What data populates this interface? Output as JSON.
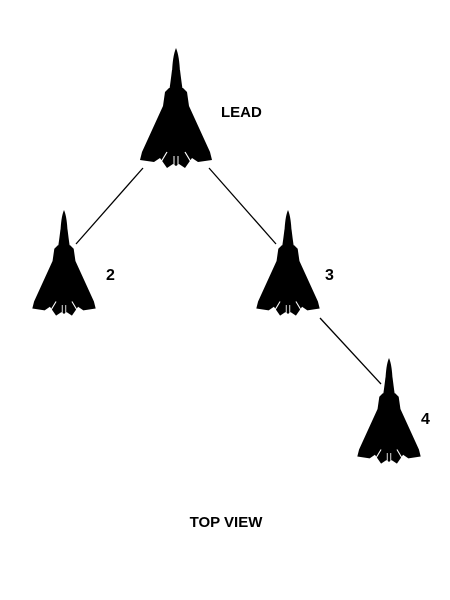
{
  "diagram": {
    "colors": {
      "aircraft": "#000000",
      "line": "#000000",
      "background": "#ffffff"
    },
    "aircraft": [
      {
        "id": "lead",
        "label": "LEAD"
      },
      {
        "id": "wing2",
        "label": "2"
      },
      {
        "id": "wing3",
        "label": "3"
      },
      {
        "id": "wing4",
        "label": "4"
      }
    ],
    "caption": "TOP VIEW"
  }
}
